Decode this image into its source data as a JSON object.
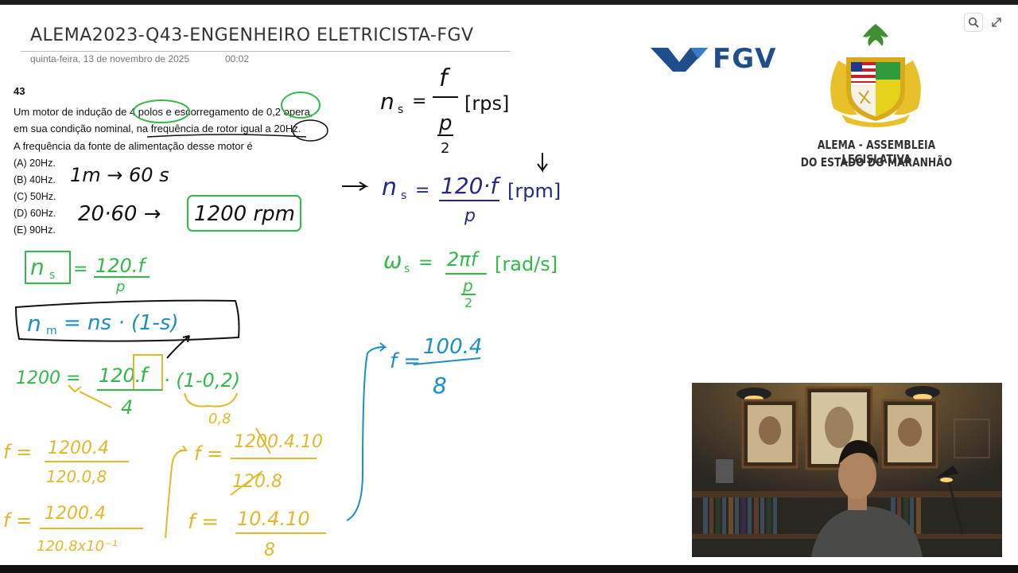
{
  "header": {
    "title": "ALEMA2023-Q43-ENGENHEIRO ELETRICISTA-FGV",
    "date": "quinta-feira, 13 de novembro de 2025",
    "time": "00:02"
  },
  "toolbar": {
    "search_icon": "search-icon",
    "expand_icon": "expand-icon"
  },
  "question": {
    "number": "43",
    "line1": "Um motor de indução de 4 polos e escorregamento de 0,2 opera,",
    "line2": "em sua condição nominal, na frequência de rotor igual a 20Hz.",
    "line3": "A frequência da fonte de alimentação desse motor é",
    "options": [
      "(A)  20Hz.",
      "(B)  40Hz.",
      "(C)  50Hz.",
      "(D)  60Hz.",
      "(E)  90Hz."
    ]
  },
  "logos": {
    "fgv": "FGV",
    "alema_line1": "ALEMA - ASSEMBLEIA LEGISLATIVA",
    "alema_line2": "DO ESTADO DO MARANHÃO"
  },
  "annotations": {
    "black_1": "1m → 60 s",
    "black_2": "20·60 →",
    "black_3": "1200 rpm",
    "ns_rps_lhs": "n",
    "ns_rps_sub": "s",
    "ns_rps_eq": "=",
    "ns_rps_num": "f",
    "ns_rps_den": "p",
    "ns_rps_two": "2",
    "ns_rps_unit": "[rps]",
    "ns_rpm_lhs": "n",
    "ns_rpm_sub": "s",
    "ns_rpm_eq": "=",
    "ns_rpm_num": "120·f",
    "ns_rpm_den": "p",
    "ns_rpm_unit": "[rpm]",
    "ws_lhs": "ω",
    "ws_sub": "s",
    "ws_eq": "=",
    "ws_num": "2πf",
    "ws_den": "p",
    "ws_two": "2",
    "ws_unit": "[rad/s]",
    "green_ns": "n",
    "green_ns_sub": "s",
    "green_eq": "=",
    "green_num": "120.f",
    "green_den": "p",
    "box_lhs": "n",
    "box_sub": "m",
    "box_rhs": "= ns · (1-s)",
    "eq_1200": "1200 =",
    "eq_num": "120.",
    "eq_f": "f",
    "eq_den": "4",
    "eq_tail": "· (1-0,2)",
    "eq_08": "0,8",
    "y1_lhs": "f =",
    "y1_num": "1200.4",
    "y1_den": "120.0,8",
    "y2_lhs": "f =",
    "y2_num": "1200.4",
    "y2_den": "120.8x10⁻¹",
    "y3_lhs": "f =",
    "y3_num": "1200.4.10",
    "y3_den": "120.8",
    "y4_lhs": "f =",
    "y4_num": "10.4.10",
    "y4_den": "8",
    "blue_lhs": "f =",
    "blue_num": "100.4",
    "blue_den": "8"
  },
  "colors": {
    "green": "#33b84a",
    "blue": "#1a8fc7",
    "navy": "#1f2a8a",
    "yellow": "#e2b82a",
    "black": "#111111",
    "fgv_blue": "#1f4e8c"
  }
}
